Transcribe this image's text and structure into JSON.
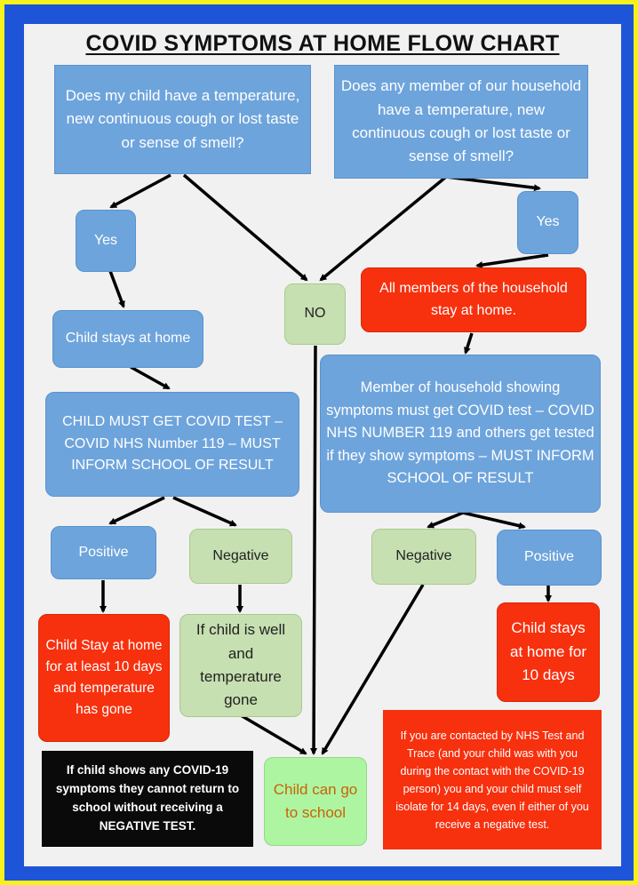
{
  "title": "COVID SYMPTOMS AT HOME FLOW CHART",
  "nodes": {
    "q_child": "Does my child have a temperature, new continuous cough or lost taste or sense of smell?",
    "q_household": "Does any member of our household have a temperature, new continuous cough or lost taste or sense of smell?",
    "yes_left": "Yes",
    "yes_right": "Yes",
    "no": "NO",
    "child_stays_home": "Child stays at home",
    "household_stay_home": "All members of the household stay at home.",
    "child_test": "CHILD MUST GET COVID TEST – COVID NHS Number 119 – MUST INFORM SCHOOL OF RESULT",
    "household_test": "Member of household showing symptoms  must get COVID test –  COVID NHS NUMBER 119 and others get tested if they show symptoms – MUST INFORM SCHOOL OF RESULT",
    "positive_left": "Positive",
    "negative_left": "Negative",
    "negative_right": "Negative",
    "positive_right": "Positive",
    "child_stay_10": "Child Stay at home for at least 10 days and temperature has gone",
    "child_well": "If child is well and temperature gone",
    "child_stays_10_right": "Child stays at home for 10 days",
    "school_notice": "If child shows any COVID-19 symptoms they cannot return to school without receiving a NEGATIVE TEST.",
    "go_to_school": "Child can go to school",
    "test_trace_notice": "If you are contacted by NHS Test and Trace (and your child was with you during the contact with the COVID-19 person) you and your child must self isolate for 14 days, even if either of you receive a negative test."
  },
  "colors": {
    "frame_yellow": "#f7f11c",
    "frame_blue": "#1e55d8",
    "box_blue": "#6ea4dc",
    "box_green": "#c6e0b1",
    "box_light_green": "#aef5a1",
    "box_red": "#f7300e",
    "box_black": "#0a0a0a"
  }
}
